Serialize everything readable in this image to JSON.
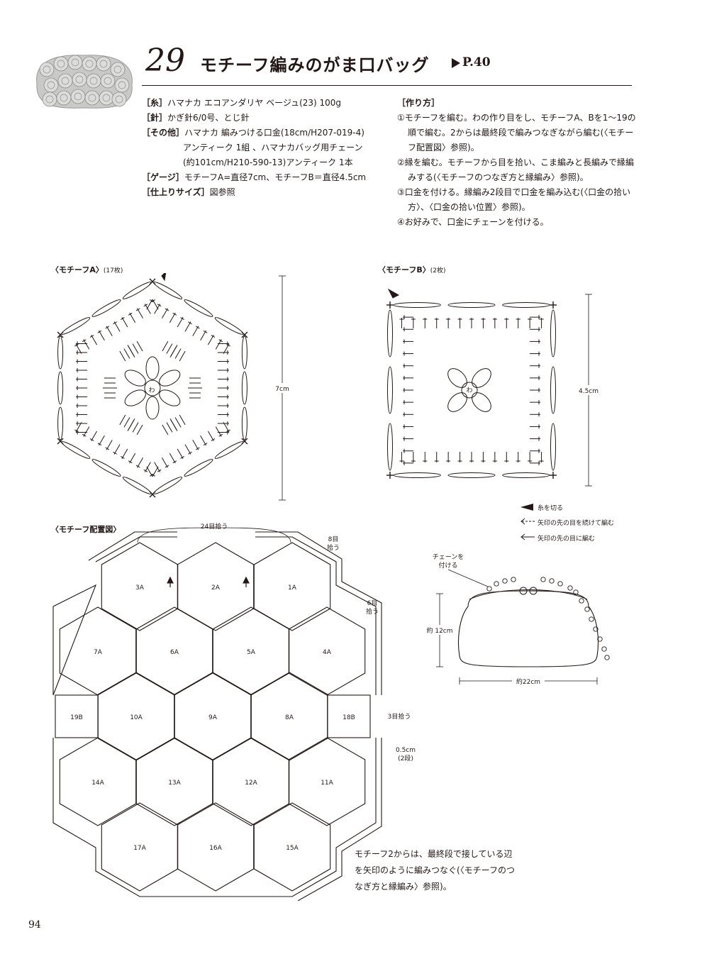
{
  "header": {
    "number": "29",
    "title": "モチーフ編みのがま口バッグ",
    "page_ref": "P.40"
  },
  "specs": [
    {
      "label": "［糸］",
      "value": "ハマナカ エコアンダリヤ ベージュ(23) 100g"
    },
    {
      "label": "［針］",
      "value": "かぎ針6/0号、とじ針"
    },
    {
      "label": "［その他］",
      "value": "ハマナカ 編みつける口金(18cm/H207-019-4)"
    },
    {
      "label": "",
      "value": "アンティーク 1組 、ハマナカバッグ用チェーン"
    },
    {
      "label": "",
      "value": "(約101cm/H210-590-13)アンティーク 1本"
    },
    {
      "label": "［ゲージ］",
      "value": "モチーフA=直径7cm、モチーフB＝直径4.5cm"
    },
    {
      "label": "［仕上りサイズ］",
      "value": "図参照"
    }
  ],
  "steps": {
    "heading": "［作り方］",
    "items": [
      "①モチーフを編む。わの作り目をし、モチーフA、Bを1～19の順で編む。2からは最終段で編みつなぎながら編む(〈モチーフ配置図〉参照)。",
      "②縁を編む。モチーフから目を拾い、こま編みと長編みで縁編みする(〈モチーフのつなぎ方と縁編み〉参照)。",
      "③口金を付ける。縁編み2段目で口金を編み込む(〈口金の拾い方〉、〈口金の拾い位置〉参照)。",
      "④お好みで、口金にチェーンを付ける。"
    ]
  },
  "motif_a": {
    "title": "〈モチーフA〉",
    "count": "(17枚)",
    "size": "7cm",
    "center": "わ"
  },
  "motif_b": {
    "title": "〈モチーフB〉",
    "count": "(2枚)",
    "size": "4.5cm",
    "center": "わ"
  },
  "legend": [
    "糸を切る",
    "矢印の先の目を続けて編む",
    "矢印の先の目に編む"
  ],
  "layout": {
    "title": "〈モチーフ配置図〉",
    "top_pick": "24目拾う",
    "pick8": [
      "8目",
      "拾う"
    ],
    "pick6": [
      "6目",
      "拾う"
    ],
    "pick3": "3目拾う",
    "margin": [
      "0.5cm",
      "(2段)"
    ],
    "cells": [
      "1A",
      "2A",
      "3A",
      "4A",
      "5A",
      "6A",
      "7A",
      "8A",
      "9A",
      "10A",
      "11A",
      "12A",
      "13A",
      "14A",
      "15A",
      "16A",
      "17A",
      "18B",
      "19B"
    ]
  },
  "bag": {
    "chain_label": [
      "チェーンを",
      "付ける"
    ],
    "height": "約 12cm",
    "width": "約22cm"
  },
  "note": "モチーフ2からは、最終段で接している辺を矢印のように編みつなぐ(〈モチーフのつなぎ方と縁編み〉参照)。",
  "page_number": "94"
}
